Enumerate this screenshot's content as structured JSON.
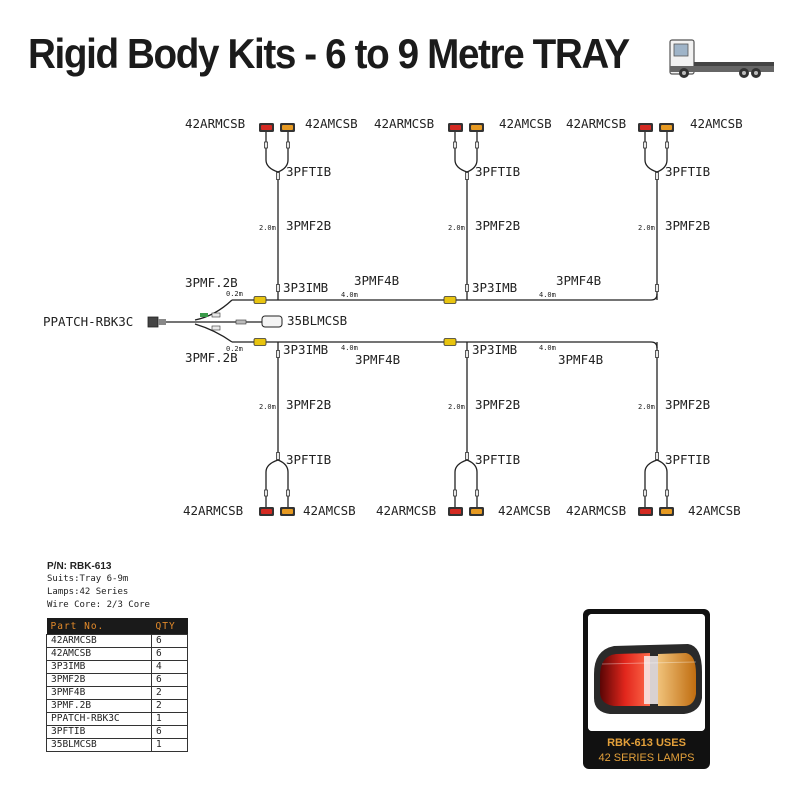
{
  "title": "Rigid Body Kits - 6 to 9 Metre TRAY",
  "diagram": {
    "labels": {
      "ppatch": "PPATCH-RBK3C",
      "blm": "35BLMCSB",
      "ra": "42ARMCSB",
      "am": "42AMCSB",
      "pftib": "3PFTIB",
      "pmf2b": "3PMF2B",
      "p3imb": "3P3IMB",
      "pmf4b": "3PMF4B",
      "pmf2b_short": "3PMF.2B"
    },
    "lengths": {
      "short": "0.2m",
      "medium": "2.0m",
      "long": "4.0m"
    }
  },
  "info": {
    "pn": "P/N: RBK-613",
    "suits": "Suits:Tray 6-9m",
    "lamps": "Lamps:42 Series",
    "wire": "Wire Core: 2/3 Core"
  },
  "parts_table": {
    "headers": [
      "Part No.",
      "QTY"
    ],
    "rows": [
      [
        "42ARMCSB",
        "6"
      ],
      [
        "42AMCSB",
        "6"
      ],
      [
        "3P3IMB",
        "4"
      ],
      [
        "3PMF2B",
        "6"
      ],
      [
        "3PMF4B",
        "2"
      ],
      [
        "3PMF.2B",
        "2"
      ],
      [
        "PPATCH-RBK3C",
        "1"
      ],
      [
        "3PFTIB",
        "6"
      ],
      [
        "35BLMCSB",
        "1"
      ]
    ]
  },
  "badge": {
    "line1": "RBK-613 USES",
    "line2": "42 SERIES LAMPS"
  },
  "colors": {
    "wire": "#222222",
    "connector_yellow": "#e8c40f",
    "lamp_red": "#d42a22",
    "lamp_amber": "#e79a22",
    "badge_text": "#e3a03a"
  }
}
